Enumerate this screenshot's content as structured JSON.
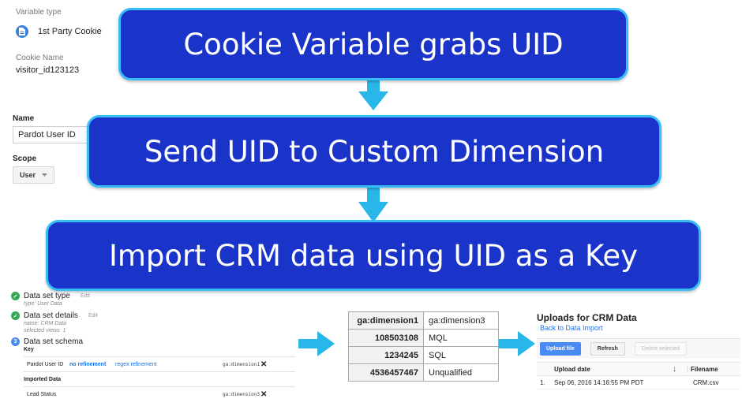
{
  "variable_panel": {
    "type_label": "Variable type",
    "type_value": "1st Party Cookie",
    "cookie_name_label": "Cookie Name",
    "cookie_name_value": "visitor_id123123",
    "name_label": "Name",
    "name_value": "Pardot User ID",
    "scope_label": "Scope",
    "scope_value": "User"
  },
  "banners": [
    {
      "text": "Cookie Variable grabs UID"
    },
    {
      "text": "Send UID to Custom Dimension"
    },
    {
      "text": "Import CRM data using UID as a Key"
    }
  ],
  "data_set": {
    "steps": [
      {
        "title": "Data set type",
        "edit": "Edit",
        "sub1": "type: User Data",
        "sub2": ""
      },
      {
        "title": "Data set details",
        "edit": "Edit",
        "sub1": "name: CRM Data",
        "sub2": "selected views: 1"
      },
      {
        "title": "Data set schema",
        "number": "3"
      }
    ],
    "key_header": "Key",
    "key_row": {
      "name": "Pardot User ID",
      "refine1": "no refinement",
      "refine2": "regex refinement",
      "dim": "ga:dimension1"
    },
    "imported_header": "Imported Data",
    "imported_row": {
      "name": "Lead Status",
      "dim": "ga:dimension3"
    }
  },
  "dim_table": {
    "headers": [
      "ga:dimension1",
      "ga:dimension3"
    ],
    "rows": [
      [
        "108503108",
        "MQL"
      ],
      [
        "1234245",
        "SQL"
      ],
      [
        "4536457467",
        "Unqualified"
      ]
    ]
  },
  "uploads": {
    "title": "Uploads for CRM Data",
    "back_link": "Back to Data Import",
    "upload_btn": "Upload file",
    "refresh_btn": "Refresh",
    "delete_btn": "Delete selected",
    "col_date": "Upload date",
    "col_file": "Filename",
    "row_num": "1.",
    "row_date": "Sep 06, 2016 14:16:55 PM PDT",
    "row_file": "CRM.csv"
  },
  "colors": {
    "banner_fill": "#1a33c9",
    "banner_border": "#38bdf8",
    "arrow": "#29b6e8",
    "step_done": "#34a853",
    "step_active": "#4a8af4"
  }
}
